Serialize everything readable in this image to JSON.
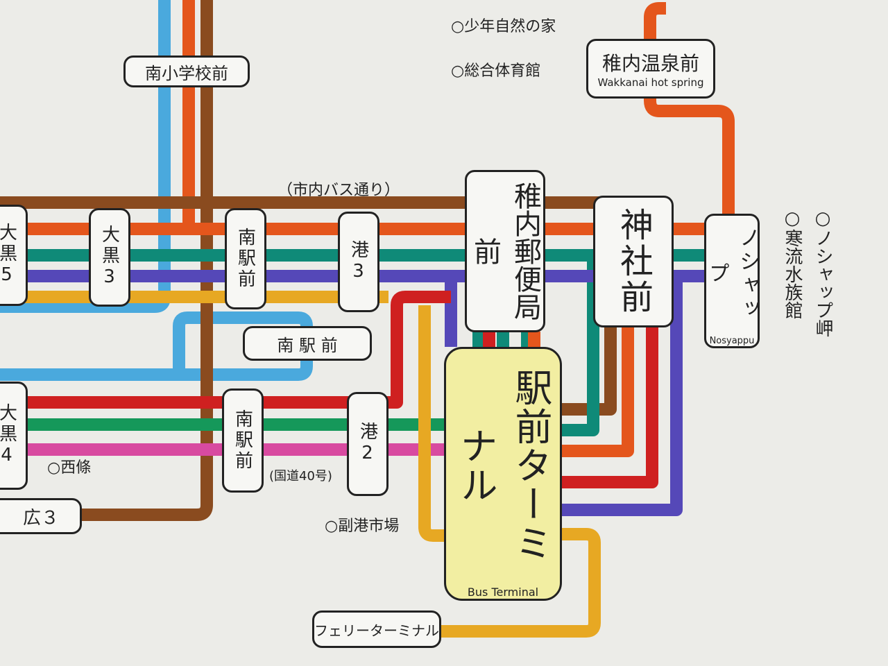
{
  "colors": {
    "brown": "#8a4b1f",
    "orange": "#e4561c",
    "teal": "#0f8a78",
    "purple": "#5548b8",
    "yellow": "#e7a823",
    "blue": "#4aa9dd",
    "red": "#cf2020",
    "green": "#15985a",
    "pink": "#d84aa0",
    "terminal": "#f2eea2"
  },
  "stops": {
    "minami_shogakko": "南小学校前",
    "daikoku5": "大黒5",
    "daikoku3": "大黒3",
    "minami_ekimae_upper": "南駅前",
    "minato3": "港3",
    "minami_ekimae_mid": "南 駅 前",
    "daikoku4": "大黒4",
    "minami_ekimae_lower": "南駅前",
    "minato2": "港2",
    "hiro3": "広３",
    "yubinkyoku": "稚内郵便局前",
    "jinja": "神社前",
    "nosyappu": "ノシャップ",
    "nosyappu_en": "Nosyappu",
    "onsen": "稚内温泉前",
    "onsen_en": "Wakkanai hot spring",
    "terminal": "駅前ターミナル",
    "terminal_en": "Bus Terminal",
    "ferry": "フェリーターミナル"
  },
  "landmarks": {
    "shonen": "○少年自然の家",
    "taiikukan": "○総合体育館",
    "shinai_bus": "（市内バス通り）",
    "nosyappu_misaki": "○ノシャップ岬",
    "kanryu": "○寒流水族館",
    "saijo": "○西條",
    "kokudo": "(国道40号)",
    "fukuko": "○副港市場"
  }
}
